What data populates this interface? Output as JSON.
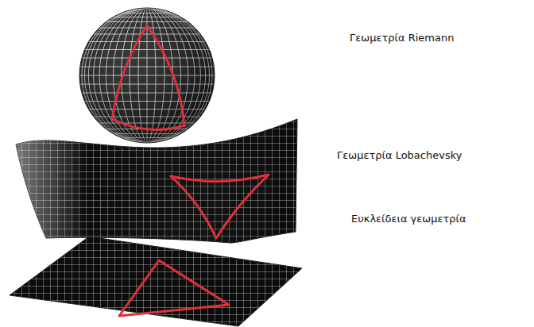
{
  "diagram": {
    "labels": [
      "Γεωμετρία Riemann",
      "Γεωμετρία Lobachevsky",
      "Ευκλείδεια γεωμετρία"
    ]
  }
}
